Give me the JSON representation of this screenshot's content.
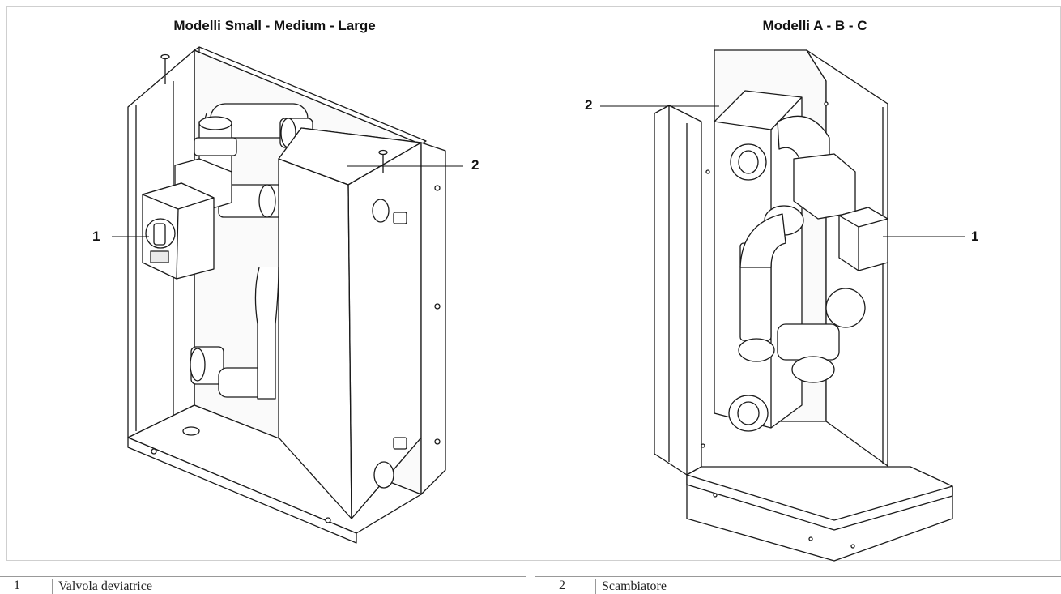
{
  "figure": {
    "left_panel": {
      "title": "Modelli Small - Medium - Large",
      "callouts": [
        {
          "id": "1"
        },
        {
          "id": "2"
        }
      ]
    },
    "right_panel": {
      "title": "Modelli A - B - C",
      "callouts": [
        {
          "id": "1"
        },
        {
          "id": "2"
        }
      ]
    }
  },
  "legend": {
    "items": [
      {
        "number": "1",
        "label": "Valvola deviatrice"
      },
      {
        "number": "2",
        "label": "Scambiatore"
      }
    ]
  }
}
